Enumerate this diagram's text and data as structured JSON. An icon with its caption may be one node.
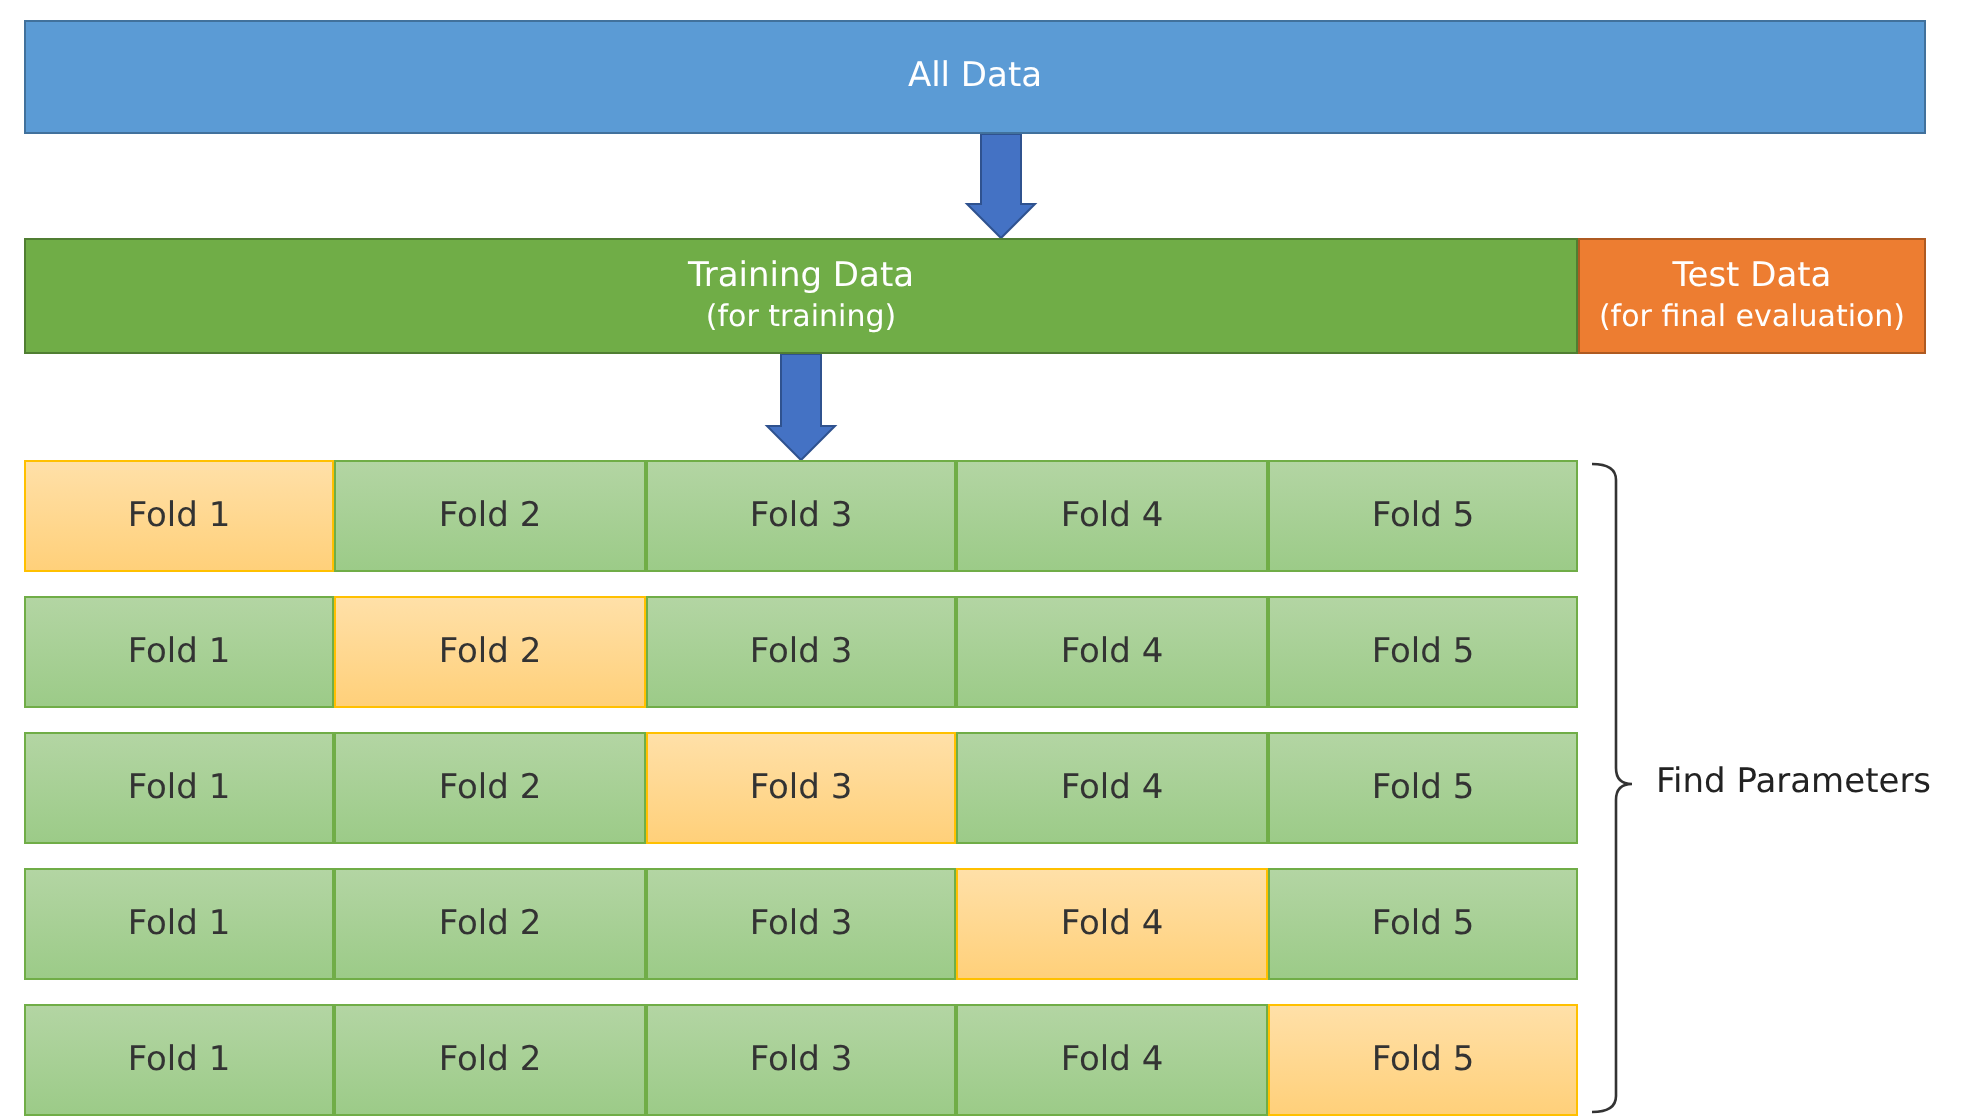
{
  "diagram": {
    "nodes": [
      {
        "text": [
          "All Data"
        ]
      },
      {
        "text": [
          "Training Data",
          "(for training)"
        ]
      },
      {
        "text": [
          "Test Data",
          "(for final evaluation)"
        ]
      },
      {
        "text": [
          "Fold 1"
        ]
      },
      {
        "text": [
          "Fold 2"
        ]
      },
      {
        "text": [
          "Fold 3"
        ]
      },
      {
        "text": [
          "Fold 4"
        ]
      },
      {
        "text": [
          "Fold 5"
        ]
      },
      {
        "text": [
          "Fold 1"
        ]
      },
      {
        "text": [
          "Fold 2"
        ]
      },
      {
        "text": [
          "Fold 3"
        ]
      },
      {
        "text": [
          "Fold 4"
        ]
      },
      {
        "text": [
          "Fold 5"
        ]
      },
      {
        "text": [
          "Fold 1"
        ]
      },
      {
        "text": [
          "Fold 2"
        ]
      },
      {
        "text": [
          "Fold 3"
        ]
      },
      {
        "text": [
          "Fold 4"
        ]
      },
      {
        "text": [
          "Fold 5"
        ]
      },
      {
        "text": [
          "Fold 1"
        ]
      },
      {
        "text": [
          "Fold 2"
        ]
      },
      {
        "text": [
          "Fold 3"
        ]
      },
      {
        "text": [
          "Fold 4"
        ]
      },
      {
        "text": [
          "Fold 5"
        ]
      },
      {
        "text": [
          "Fold 1"
        ]
      },
      {
        "text": [
          "Fold 2"
        ]
      },
      {
        "text": [
          "Fold 3"
        ]
      },
      {
        "text": [
          "Fold 4"
        ]
      },
      {
        "text": [
          "Fold 5"
        ]
      }
    ],
    "edges": [
      {
        "from": 0,
        "to": 1,
        "arrow": "to",
        "style": "thick"
      },
      {
        "from": 1,
        "to": 5,
        "arrow": "to",
        "style": "thick"
      }
    ],
    "labels": [
      "Find Parameters"
    ]
  }
}
